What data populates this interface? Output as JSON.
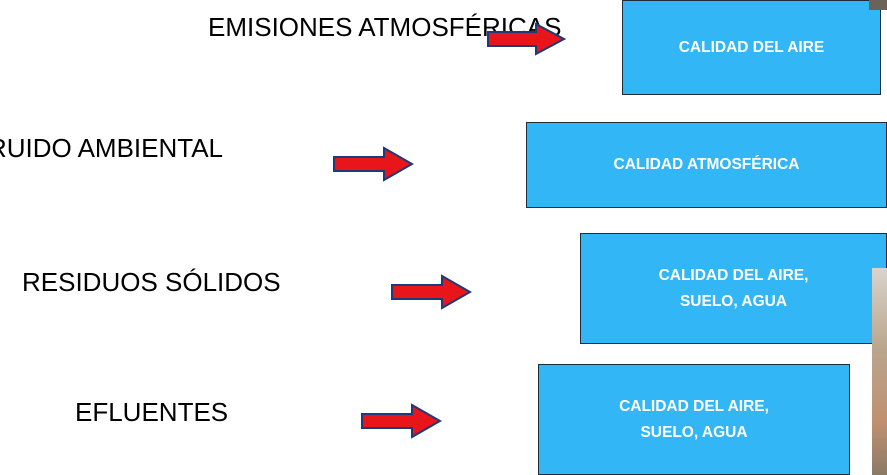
{
  "colors": {
    "box_fill": "#33b6f5",
    "box_border": "#1f2d3a",
    "box_text": "#ffffff",
    "arrow_fill": "#e8161b",
    "arrow_outline": "#1e3a78"
  },
  "rows": [
    {
      "source": "EMISIONES ATMOSFÉRICAS",
      "impact_line1": "CALIDAD DEL AIRE",
      "impact_line2": ""
    },
    {
      "source": "RUIDO AMBIENTAL",
      "impact_line1": "CALIDAD ATMOSFÉRICA",
      "impact_line2": ""
    },
    {
      "source": "RESIDUOS SÓLIDOS",
      "impact_line1": "CALIDAD DEL AIRE,",
      "impact_line2": "SUELO, AGUA"
    },
    {
      "source": "EFLUENTES",
      "impact_line1": "CALIDAD DEL AIRE,",
      "impact_line2": "SUELO, AGUA"
    }
  ]
}
